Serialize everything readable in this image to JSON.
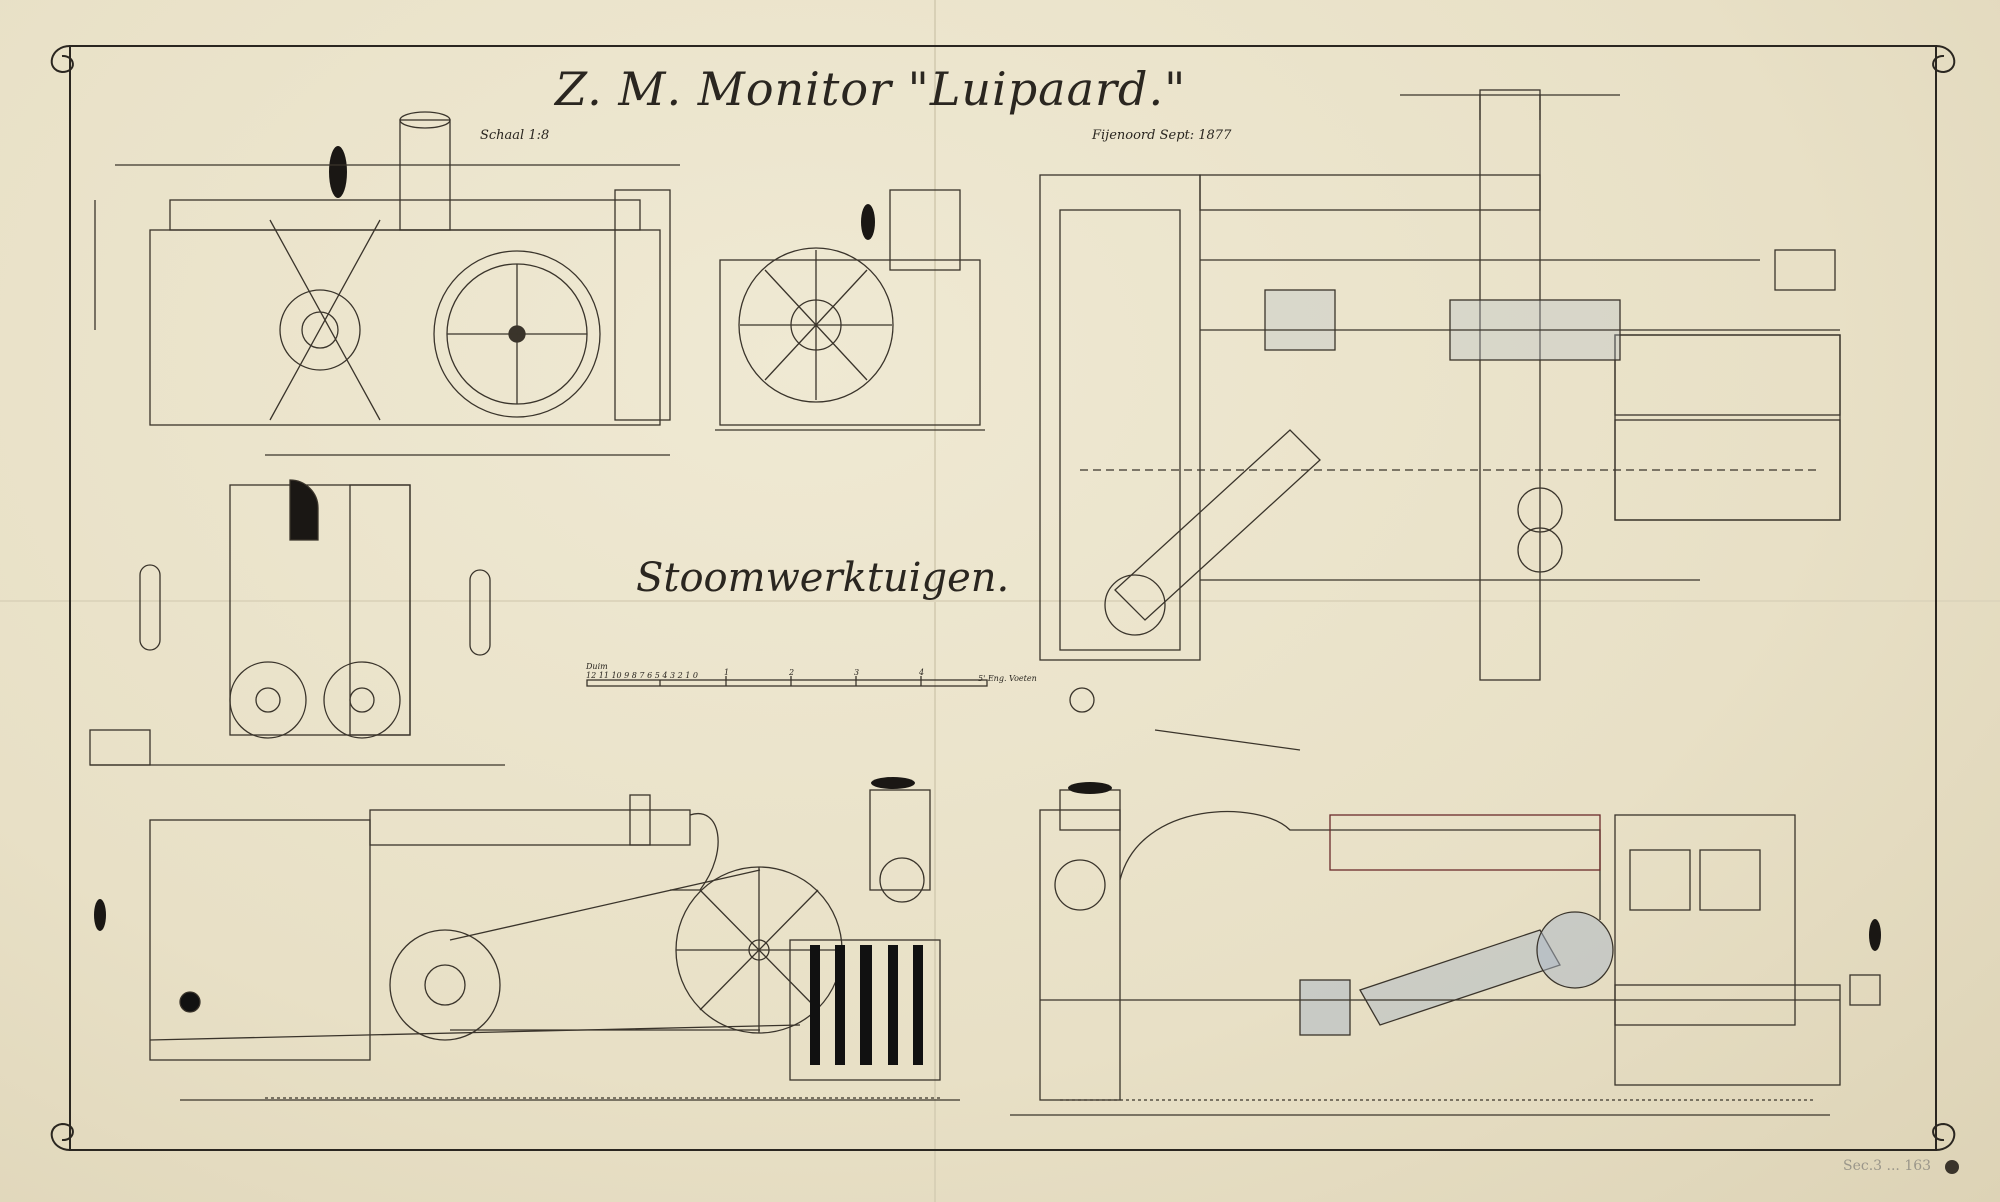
{
  "drawing": {
    "title": "Z. M. Monitor \"Luipaard.\"",
    "scale_note": "Schaal 1:8",
    "place_date": "Fijenoord Sept: 1877",
    "subtitle": "Stoomwerktuigen.",
    "scale_bar": {
      "label": "Duim",
      "small_ticks": "12 11 10 9 8 7 6 5 4 3 2 1 0",
      "major_ticks": [
        "1",
        "2",
        "3",
        "4"
      ],
      "end_label": "5' Eng. Voeten"
    },
    "archive_stamp": "Sec.3 ... 163"
  },
  "colors": {
    "paper": "#ece6cf",
    "ink": "#2a2620",
    "wash_blue": "#a9b6c6",
    "wash_red": "#8a3a3a"
  }
}
